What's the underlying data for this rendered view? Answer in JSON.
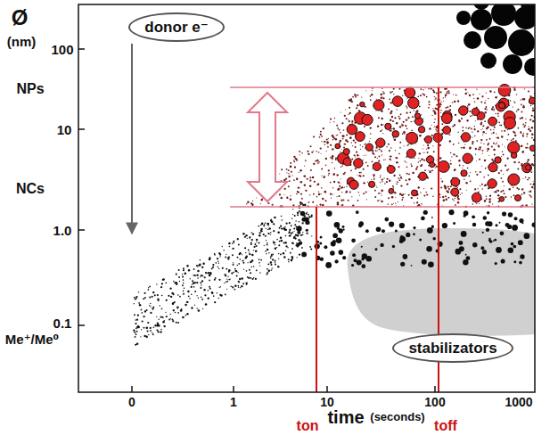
{
  "diagram": {
    "nodes": [
      {
        "text": [
          "donor e⁻"
        ]
      },
      {
        "text": [
          "stabilizators"
        ]
      }
    ],
    "labels": [
      "Ø",
      "(nm)",
      "100",
      "NPs",
      "10",
      "NCs",
      "1.0",
      "Me⁺/Me⁰",
      "0.1",
      "0",
      "1",
      "10",
      "100",
      "1000",
      "time",
      "(seconds)",
      "ton",
      "toff"
    ]
  }
}
